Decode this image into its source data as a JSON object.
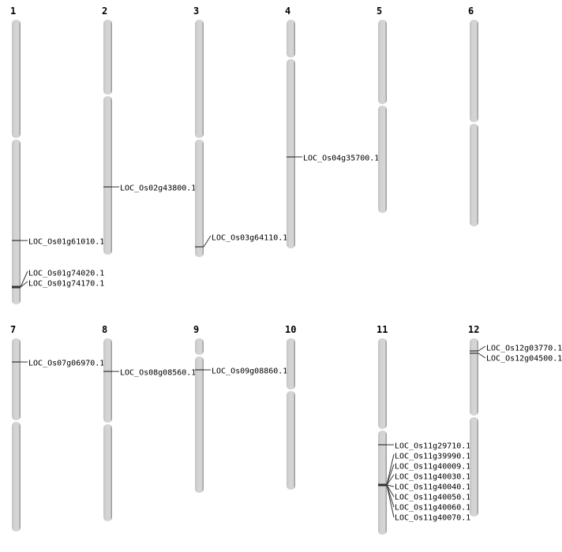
{
  "chromosome_color": "#d4d4d4",
  "chromosomes": [
    {
      "name": "1",
      "genes": [
        {
          "labels": [
            "LOC_Os01g61010.1"
          ]
        },
        {
          "labels": [
            "LOC_Os01g74020.1",
            "LOC_Os01g74170.1"
          ]
        }
      ]
    },
    {
      "name": "2",
      "genes": [
        {
          "labels": [
            "LOC_Os02g43800.1"
          ]
        }
      ]
    },
    {
      "name": "3",
      "genes": [
        {
          "labels": [
            "LOC_Os03g64110.1"
          ]
        }
      ]
    },
    {
      "name": "4",
      "genes": [
        {
          "labels": [
            "LOC_Os04g35700.1"
          ]
        }
      ]
    },
    {
      "name": "5",
      "genes": []
    },
    {
      "name": "6",
      "genes": []
    },
    {
      "name": "7",
      "genes": [
        {
          "labels": [
            "LOC_Os07g06970.1"
          ]
        }
      ]
    },
    {
      "name": "8",
      "genes": [
        {
          "labels": [
            "LOC_Os08g08560.1"
          ]
        }
      ]
    },
    {
      "name": "9",
      "genes": [
        {
          "labels": [
            "LOC_Os09g08860.1"
          ]
        }
      ]
    },
    {
      "name": "10",
      "genes": []
    },
    {
      "name": "11",
      "genes": [
        {
          "labels": [
            "LOC_Os11g29710.1"
          ]
        },
        {
          "labels": [
            "LOC_Os11g39990.1",
            "LOC_Os11g40009.1",
            "LOC_Os11g40030.1",
            "LOC_Os11g40040.1",
            "LOC_Os11g40050.1",
            "LOC_Os11g40060.1",
            "LOC_Os11g40070.1"
          ]
        }
      ]
    },
    {
      "name": "12",
      "genes": [
        {
          "labels": [
            "LOC_Os12g03770.1"
          ]
        },
        {
          "labels": [
            "LOC_Os12g04500.1"
          ]
        }
      ]
    }
  ]
}
